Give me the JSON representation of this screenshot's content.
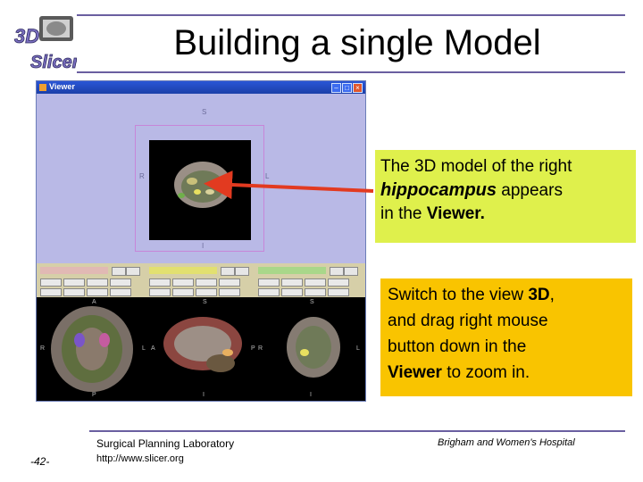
{
  "title": "Building a single Model",
  "logo": {
    "line1": "3D",
    "line2": "Slicer"
  },
  "viewer": {
    "window_title": "Viewer",
    "orientation_labels": {
      "superior": "S",
      "inferior": "I",
      "right": "R",
      "left": "L"
    },
    "slice_labels": {
      "axial_top": "A",
      "axial_bottom": "P",
      "sagittal_top": "S",
      "sagittal_bottom": "I",
      "coronal_top": "S",
      "coronal_bottom": "I",
      "left_mark": "R",
      "mid_mark_1": "L",
      "mid_mark_2": "P",
      "mid_mark_3": "R",
      "right_mark": "L"
    }
  },
  "callouts": {
    "first": {
      "line1": "The 3D model of the right",
      "italic_word": "hippocampus",
      "line2_rest": " appears",
      "line3_prefix": "in the ",
      "line3_bold": "Viewer."
    },
    "second": {
      "line1_prefix": "Switch to the view ",
      "line1_bold": "3D",
      "line1_suffix": ",",
      "line2": "and drag right mouse",
      "line3": "button down in the",
      "line4_bold": "Viewer",
      "line4_suffix": " to zoom in."
    }
  },
  "footer": {
    "lab": "Surgical Planning Laboratory",
    "url": "http://www.slicer.org",
    "page": "-42-",
    "hospital": "Brigham and Women's Hospital"
  },
  "colors": {
    "rule": "#6a5fa0",
    "callout_green": "#dff04c",
    "callout_orange": "#f9c400",
    "arrow": "#e23a20"
  }
}
